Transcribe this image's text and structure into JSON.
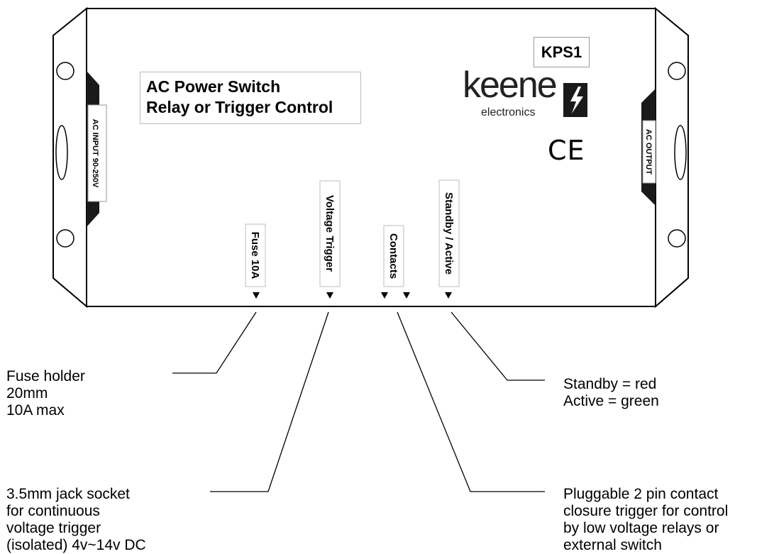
{
  "device": {
    "model": "KPS1",
    "title_line1": "AC Power Switch",
    "title_line2": "Relay or Trigger Control",
    "brand": "keene",
    "brand_sub": "electronics",
    "ce_mark": "CE",
    "input_label": "AC INPUT 90-250V",
    "output_label": "AC OUTPUT"
  },
  "ports": [
    {
      "label": "Fuse 10A"
    },
    {
      "label": "Voltage Trigger"
    },
    {
      "label": "Contacts"
    },
    {
      "label": "Standby / Active"
    }
  ],
  "callouts": {
    "fuse": "Fuse holder\n20mm\n10A max",
    "jack": "3.5mm jack socket\nfor continuous\nvoltage trigger\n(isolated) 4v~14v DC",
    "led": "Standby = red\nActive = green",
    "contacts": "Pluggable 2 pin contact\nclosure trigger for control\nby low voltage relays or\nexternal switch"
  },
  "colors": {
    "outline": "#000000",
    "connector": "#1a1a1a",
    "label_border": "#bdbdbd"
  }
}
